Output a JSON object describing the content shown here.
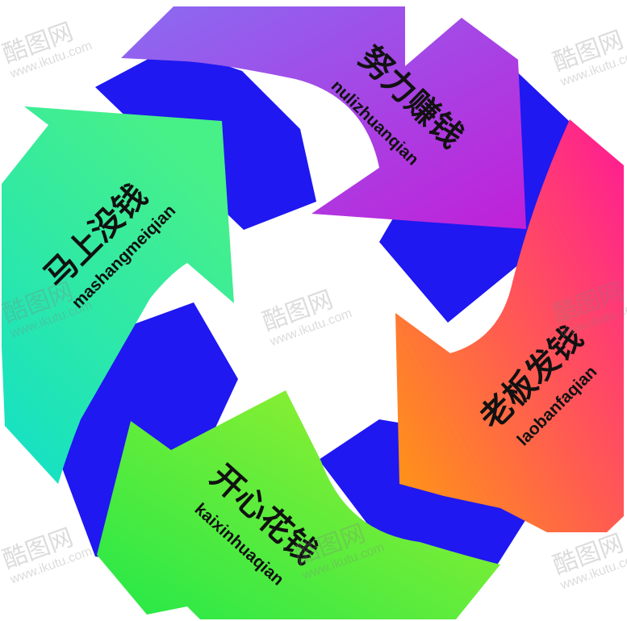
{
  "cycle": [
    {
      "id": "top",
      "label": "努力赚钱",
      "pinyin": "nulizhuanqian",
      "from": "#8a6cf2",
      "to": "#c020d8"
    },
    {
      "id": "right",
      "label": "老板发钱",
      "pinyin": "laobanfaqian",
      "from": "#ff1a96",
      "to": "#ff9a10"
    },
    {
      "id": "bottom",
      "label": "开心花钱",
      "pinyin": "kaixinhuaqian",
      "from": "#a8f02a",
      "to": "#22e84a"
    },
    {
      "id": "left",
      "label": "马上没钱",
      "pinyin": "mashangmeiqian",
      "from": "#12e0c8",
      "to": "#48f088"
    }
  ],
  "band_color": "#1f18f0",
  "watermark": {
    "brand": "酷图网",
    "url": "www.ikutu.com"
  }
}
